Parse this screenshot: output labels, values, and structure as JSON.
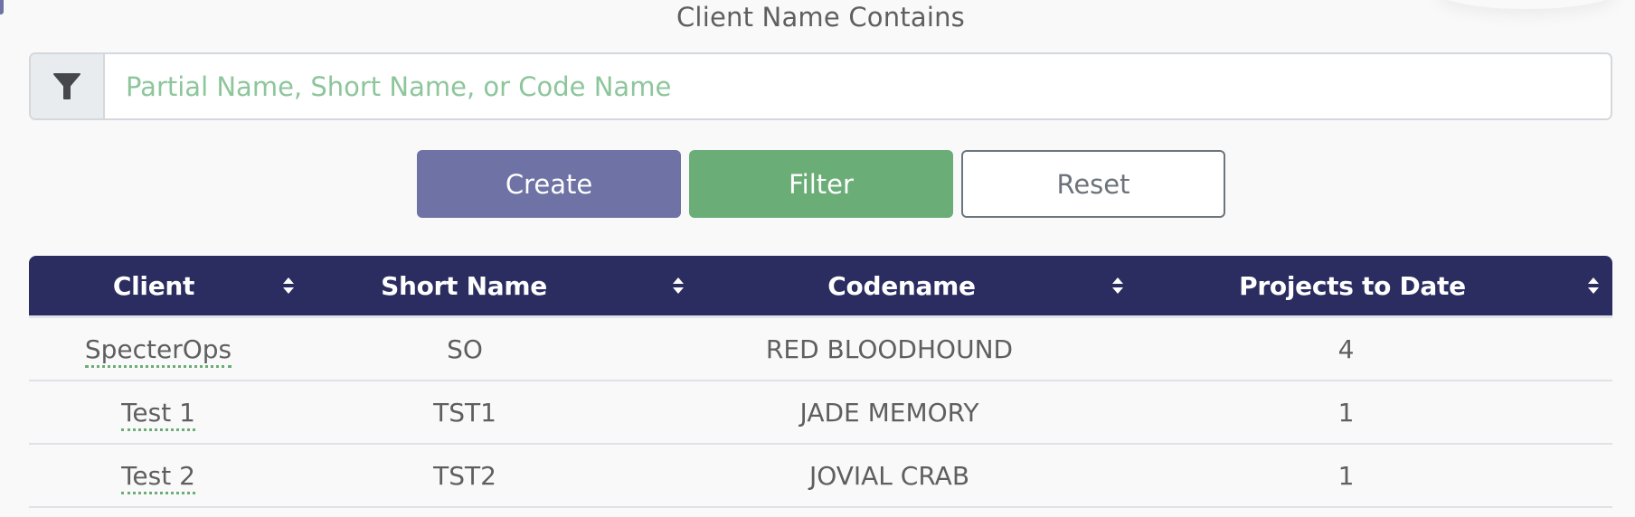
{
  "filter": {
    "label": "Client Name Contains",
    "icon": "filter-icon",
    "placeholder": "Partial Name, Short Name, or Code Name",
    "value": ""
  },
  "buttons": {
    "create": "Create",
    "filter": "Filter",
    "reset": "Reset"
  },
  "colors": {
    "create": "#6e72a4",
    "filter": "#6aad77",
    "reset_border": "#6c757d",
    "table_header": "#2b2d60",
    "placeholder": "#8dc69b"
  },
  "table": {
    "columns": [
      {
        "label": "Client",
        "sort_icon": "sort-icon"
      },
      {
        "label": "Short Name",
        "sort_icon": "sort-icon"
      },
      {
        "label": "Codename",
        "sort_icon": "sort-icon"
      },
      {
        "label": "Projects to Date",
        "sort_icon": "sort-icon"
      }
    ],
    "rows": [
      {
        "client": "SpecterOps",
        "short_name": "SO",
        "codename": "RED BLOODHOUND",
        "projects": "4"
      },
      {
        "client": "Test 1",
        "short_name": "TST1",
        "codename": "JADE MEMORY",
        "projects": "1"
      },
      {
        "client": "Test 2",
        "short_name": "TST2",
        "codename": "JOVIAL CRAB",
        "projects": "1"
      }
    ]
  }
}
